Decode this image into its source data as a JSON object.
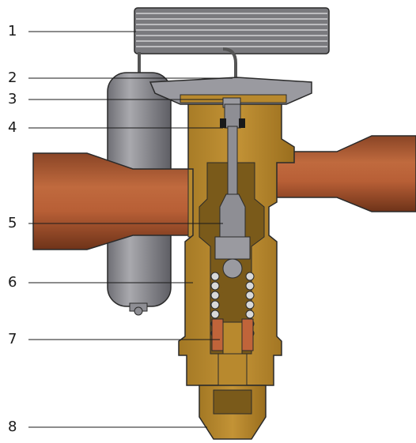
{
  "callouts": [
    "1",
    "2",
    "3",
    "4",
    "5",
    "6",
    "7",
    "8"
  ],
  "colors": {
    "brass": "#b8892e",
    "brass_dark": "#7a5a1a",
    "copper": "#b0603a",
    "copper_dark": "#7a3b20",
    "steel": "#8e8e94",
    "cap": "#9a9aa0",
    "coil": "#6d6d70",
    "spring": "#d8d8d8",
    "red_part": "#c0643a",
    "outline": "#2a2a2a"
  }
}
